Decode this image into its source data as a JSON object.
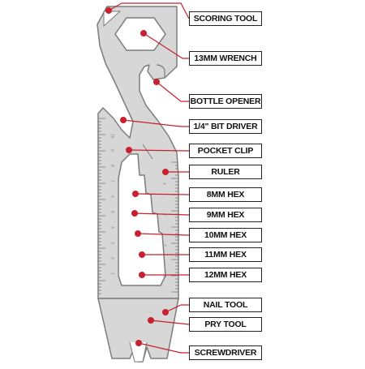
{
  "colors": {
    "accent": "#c8202f",
    "tool_fill": "#d7d7d7",
    "tool_stroke": "#7c7c7c",
    "label_border": "#222222"
  },
  "labels": [
    {
      "id": "scoring-tool",
      "text": "SCORING TOOL"
    },
    {
      "id": "13mm-wrench",
      "text": "13MM WRENCH"
    },
    {
      "id": "bottle-opener",
      "text": "BOTTLE OPENER"
    },
    {
      "id": "bit-driver",
      "text": "1/4\" BIT DRIVER"
    },
    {
      "id": "pocket-clip",
      "text": "POCKET CLIP"
    },
    {
      "id": "ruler",
      "text": "RULER"
    },
    {
      "id": "8mm-hex",
      "text": "8MM HEX"
    },
    {
      "id": "9mm-hex",
      "text": "9MM HEX"
    },
    {
      "id": "10mm-hex",
      "text": "10MM HEX"
    },
    {
      "id": "11mm-hex",
      "text": "11MM HEX"
    },
    {
      "id": "12mm-hex",
      "text": "12MM HEX"
    },
    {
      "id": "nail-tool",
      "text": "NAIL TOOL"
    },
    {
      "id": "pry-tool",
      "text": "PRY TOOL"
    },
    {
      "id": "screwdriver",
      "text": "SCREWDRIVER"
    }
  ],
  "ruler_marks_cm": [
    "10",
    "9",
    "8",
    "7",
    "6",
    "5",
    "4",
    "3",
    "2",
    "1"
  ],
  "ruler_marks_in": [
    "4",
    "3",
    "2",
    "1"
  ]
}
